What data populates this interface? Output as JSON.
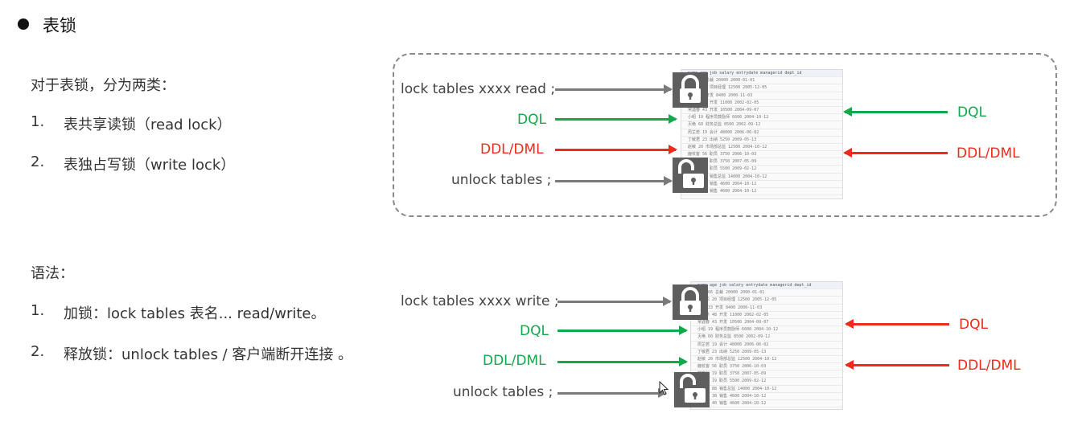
{
  "section": {
    "bullet_title": "表锁"
  },
  "intro": {
    "lead": "对于表锁，分为两类：",
    "items": [
      {
        "num": "1.",
        "text": "表共享读锁（read lock）"
      },
      {
        "num": "2.",
        "text": "表独占写锁（write lock）"
      }
    ]
  },
  "syntax": {
    "lead": "语法：",
    "items": [
      {
        "num": "1.",
        "text": "加锁：lock tables  表名... read/write。"
      },
      {
        "num": "2.",
        "text": "释放锁：unlock  tables / 客户端断开连接 。"
      }
    ]
  },
  "read_diagram": {
    "lock_cmd": "lock tables xxxx read ;",
    "dql_left": "DQL",
    "ddl_left": "DDL/DML",
    "unlock_cmd": "unlock tables ;",
    "dql_right": "DQL",
    "ddl_right": "DDL/DML"
  },
  "write_diagram": {
    "lock_cmd": "lock tables xxxx write ;",
    "dql_left": "DQL",
    "ddl_left": "DDL/DML",
    "unlock_cmd": "unlock tables ;",
    "dql_right": "DQL",
    "ddl_right": "DDL/DML"
  },
  "colors": {
    "green": "#11a84a",
    "red": "#ee2a1a",
    "gray": "#7a7a7a"
  },
  "icons": [
    "lock-closed-icon",
    "lock-open-icon",
    "mouse-cursor-icon"
  ]
}
